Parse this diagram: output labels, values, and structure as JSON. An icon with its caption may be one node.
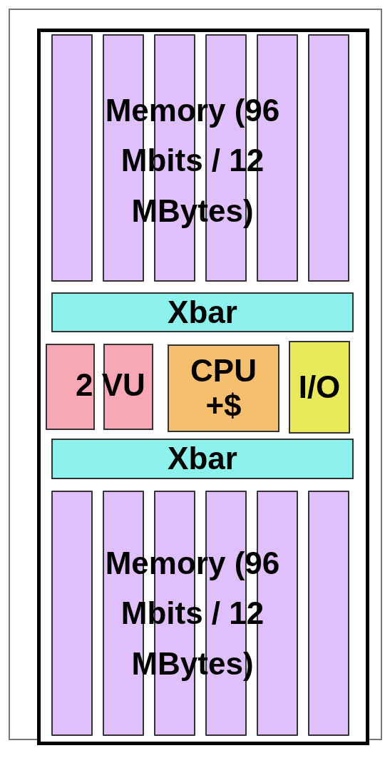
{
  "diagram": {
    "nodes": [
      {
        "text": [],
        "shape": "box"
      },
      {
        "text": [],
        "shape": "bar",
        "in": 0
      },
      {
        "text": [],
        "shape": "bar",
        "in": 0
      },
      {
        "text": [],
        "shape": "bar",
        "in": 0
      },
      {
        "text": [],
        "shape": "bar",
        "in": 0
      },
      {
        "text": [],
        "shape": "bar",
        "in": 0
      },
      {
        "text": [],
        "shape": "bar",
        "in": 0
      },
      {
        "text": [
          "Xbar"
        ],
        "in": 0
      },
      {
        "text": [],
        "shape": "box",
        "in": 0
      },
      {
        "text": [],
        "shape": "box",
        "in": 0
      },
      {
        "text": [
          "CPU +$"
        ],
        "in": 0
      },
      {
        "text": [
          "I/O"
        ],
        "in": 0
      },
      {
        "text": [
          "Xbar"
        ],
        "in": 0
      },
      {
        "text": [],
        "shape": "bar",
        "in": 0
      },
      {
        "text": [],
        "shape": "bar",
        "in": 0
      },
      {
        "text": [],
        "shape": "bar",
        "in": 0
      },
      {
        "text": [],
        "shape": "bar",
        "in": 0
      },
      {
        "text": [],
        "shape": "bar",
        "in": 0
      },
      {
        "text": [],
        "shape": "bar",
        "in": 0
      }
    ],
    "edges": [],
    "labels": [
      "Memory (96 Mbits / 12 MBytes)",
      "2 VU",
      "Memory (96 Mbits / 12 MBytes)"
    ]
  }
}
